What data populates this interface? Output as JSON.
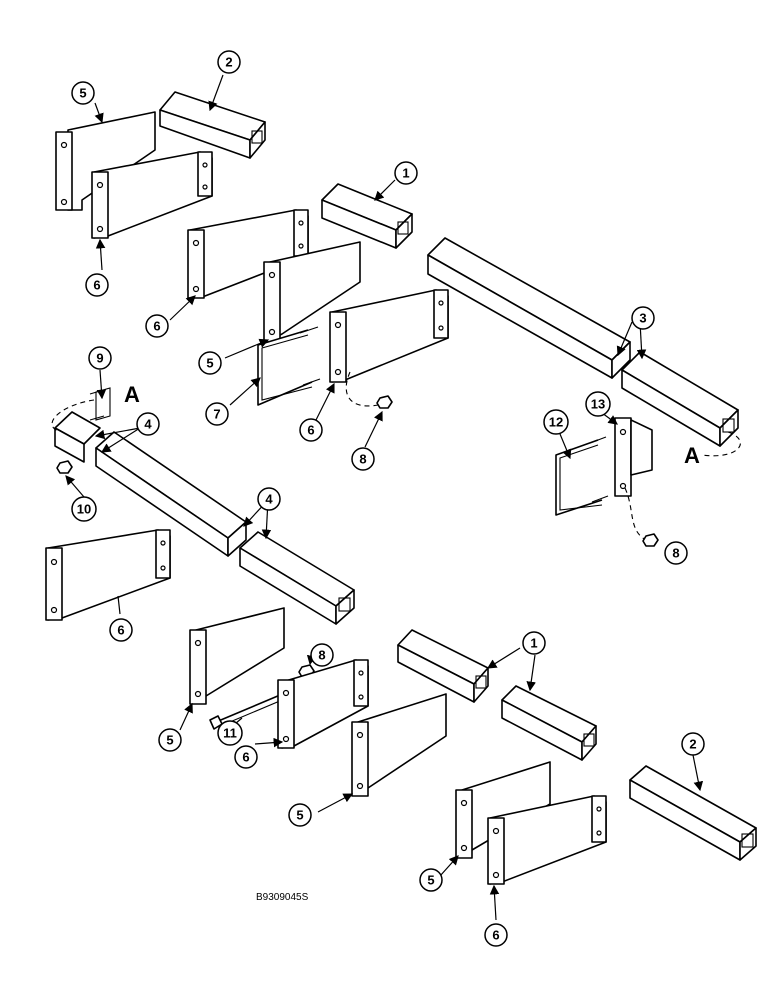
{
  "callouts": {
    "c1a": "1",
    "c1b": "1",
    "c2a": "2",
    "c2b": "2",
    "c3": "3",
    "c4a": "4",
    "c4b": "4",
    "c5a": "5",
    "c5b": "5",
    "c5c": "5",
    "c5d": "5",
    "c5e": "5",
    "c6a": "6",
    "c6b": "6",
    "c6c": "6",
    "c6d": "6",
    "c6e": "6",
    "c6f": "6",
    "c7": "7",
    "c8a": "8",
    "c8b": "8",
    "c8c": "8",
    "c9": "9",
    "c10": "10",
    "c11": "11",
    "c12": "12",
    "c13": "13"
  },
  "detail_letters": {
    "a_left": "A",
    "a_right": "A"
  },
  "drawing_code": "B9309045S"
}
